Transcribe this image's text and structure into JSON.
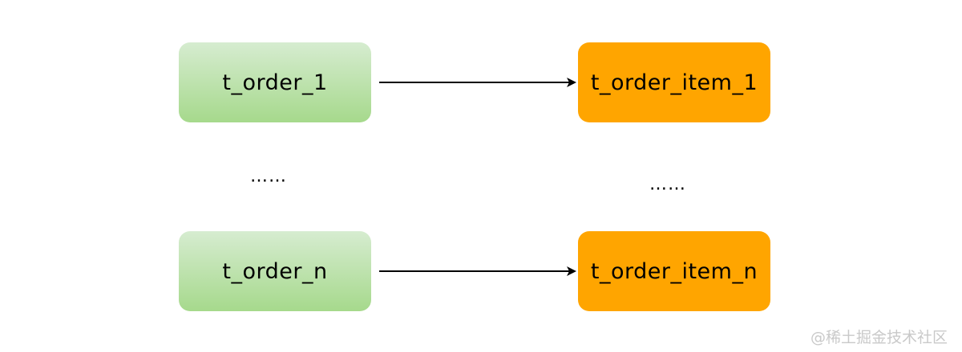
{
  "diagram": {
    "left_nodes": [
      {
        "label": "t_order_1"
      },
      {
        "label": "t_order_n"
      }
    ],
    "right_nodes": [
      {
        "label": "t_order_item_1"
      },
      {
        "label": "t_order_item_n"
      }
    ],
    "ellipsis_left": "……",
    "ellipsis_right": "……",
    "colors": {
      "left_node_top": "#d6ecd0",
      "left_node_bottom": "#a6d98c",
      "right_node": "#ffa500",
      "arrow": "#000000"
    }
  },
  "watermark": "@稀土掘金技术社区"
}
